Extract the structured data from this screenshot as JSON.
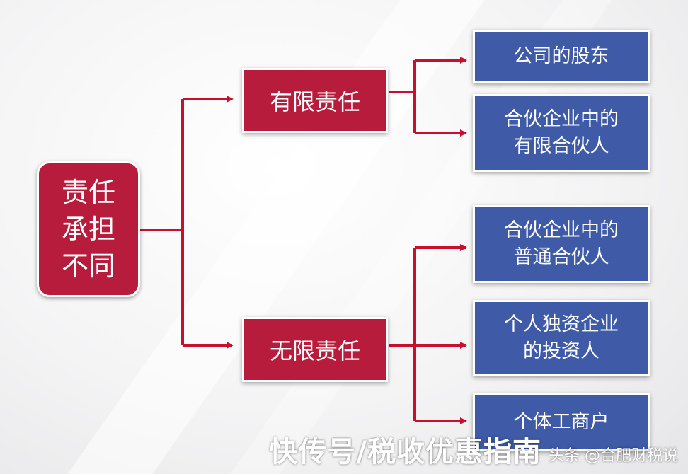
{
  "root": {
    "label": "责任\n承担\n不同"
  },
  "branches": [
    {
      "label": "有限责任",
      "children": [
        "公司的股东",
        "合伙企业中的\n有限合伙人"
      ]
    },
    {
      "label": "无限责任",
      "children": [
        "合伙企业中的\n普通合伙人",
        "个人独资企业\n的投资人",
        "个体工商户"
      ]
    }
  ],
  "colors": {
    "primary_red": "#b71c3c",
    "leaf_blue": "#3f5aa6",
    "line_red": "#c8102e"
  },
  "watermark": {
    "main": "快传号/税收优惠指南",
    "sub": "头条 @合肥财税说"
  }
}
